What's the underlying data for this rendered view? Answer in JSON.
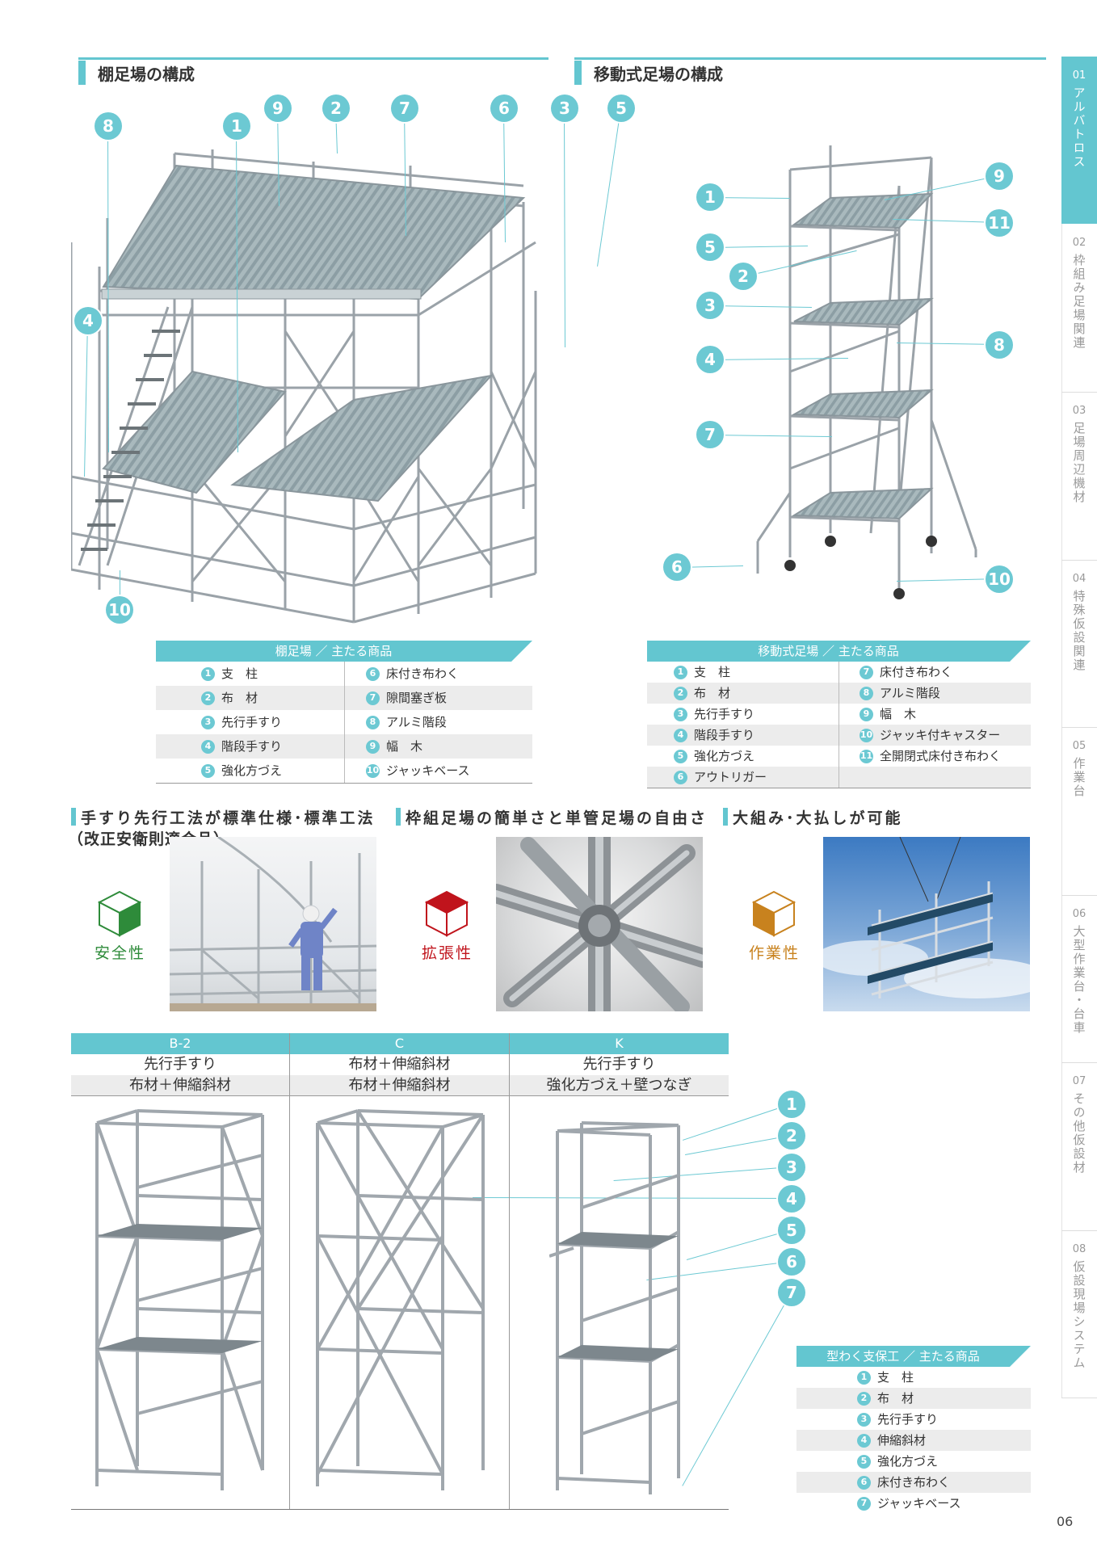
{
  "page_number": "06",
  "sidebar": {
    "tabs": [
      {
        "num": "01",
        "label": "アルバトロス",
        "active": true
      },
      {
        "num": "02",
        "label": "枠組み足場関連",
        "active": false
      },
      {
        "num": "03",
        "label": "足場周辺機材",
        "active": false
      },
      {
        "num": "04",
        "label": "特殊仮設関連",
        "active": false
      },
      {
        "num": "05",
        "label": "作業台",
        "active": false
      },
      {
        "num": "06",
        "label": "大型作業台・台車",
        "active": false
      },
      {
        "num": "07",
        "label": "その他仮設材",
        "active": false
      },
      {
        "num": "08",
        "label": "仮設現場システム",
        "active": false
      }
    ]
  },
  "section_left": {
    "title": "棚足場の構成",
    "callouts": [
      "8",
      "1",
      "9",
      "2",
      "7",
      "6",
      "3",
      "5",
      "4",
      "10"
    ],
    "table": {
      "header": "棚足場 ／ 主たる商品",
      "left": [
        {
          "n": "1",
          "label": "支　柱"
        },
        {
          "n": "2",
          "label": "布　材"
        },
        {
          "n": "3",
          "label": "先行手すり"
        },
        {
          "n": "4",
          "label": "階段手すり"
        },
        {
          "n": "5",
          "label": "強化方づえ"
        }
      ],
      "right": [
        {
          "n": "6",
          "label": "床付き布わく"
        },
        {
          "n": "7",
          "label": "隙間塞ぎ板"
        },
        {
          "n": "8",
          "label": "アルミ階段"
        },
        {
          "n": "9",
          "label": "幅　木"
        },
        {
          "n": "10",
          "label": "ジャッキベース"
        }
      ]
    }
  },
  "section_right": {
    "title": "移動式足場の構成",
    "callouts_left": [
      "1",
      "5",
      "2",
      "3",
      "4",
      "7",
      "6"
    ],
    "callouts_right": [
      "9",
      "11",
      "8",
      "10"
    ],
    "table": {
      "header": "移動式足場 ／ 主たる商品",
      "left": [
        {
          "n": "1",
          "label": "支　柱"
        },
        {
          "n": "2",
          "label": "布　材"
        },
        {
          "n": "3",
          "label": "先行手すり"
        },
        {
          "n": "4",
          "label": "階段手すり"
        },
        {
          "n": "5",
          "label": "強化方づえ"
        },
        {
          "n": "6",
          "label": "アウトリガー"
        }
      ],
      "right": [
        {
          "n": "7",
          "label": "床付き布わく"
        },
        {
          "n": "8",
          "label": "アルミ階段"
        },
        {
          "n": "9",
          "label": "幅　木"
        },
        {
          "n": "10",
          "label": "ジャッキ付キャスター"
        },
        {
          "n": "11",
          "label": "全開閉式床付き布わく"
        }
      ]
    }
  },
  "features": [
    {
      "title": "手すり先行工法が標準仕様･標準工法",
      "subtitle": "（改正安衛則適合品）",
      "label": "安全性",
      "color": "#2e8b3a"
    },
    {
      "title": "枠組足場の簡単さと単管足場の自由さ",
      "subtitle": "",
      "label": "拡張性",
      "color": "#c0141c"
    },
    {
      "title": "大組み･大払しが可能",
      "subtitle": "",
      "label": "作業性",
      "color": "#c8821e"
    }
  ],
  "comparison": {
    "columns": [
      {
        "code": "B-2",
        "line1": "先行手すり",
        "line2": "布材＋伸縮斜材"
      },
      {
        "code": "C",
        "line1": "布材＋伸縮斜材",
        "line2": "布材＋伸縮斜材"
      },
      {
        "code": "K",
        "line1": "先行手すり",
        "line2": "強化方づえ＋壁つなぎ"
      }
    ],
    "callouts": [
      "1",
      "2",
      "3",
      "4",
      "5",
      "6",
      "7"
    ]
  },
  "formwork_table": {
    "header": "型わく支保工 ／ 主たる商品",
    "items": [
      {
        "n": "1",
        "label": "支　柱"
      },
      {
        "n": "2",
        "label": "布　材"
      },
      {
        "n": "3",
        "label": "先行手すり"
      },
      {
        "n": "4",
        "label": "伸縮斜材"
      },
      {
        "n": "5",
        "label": "強化方づえ"
      },
      {
        "n": "6",
        "label": "床付き布わく"
      },
      {
        "n": "7",
        "label": "ジャッキベース"
      }
    ]
  }
}
